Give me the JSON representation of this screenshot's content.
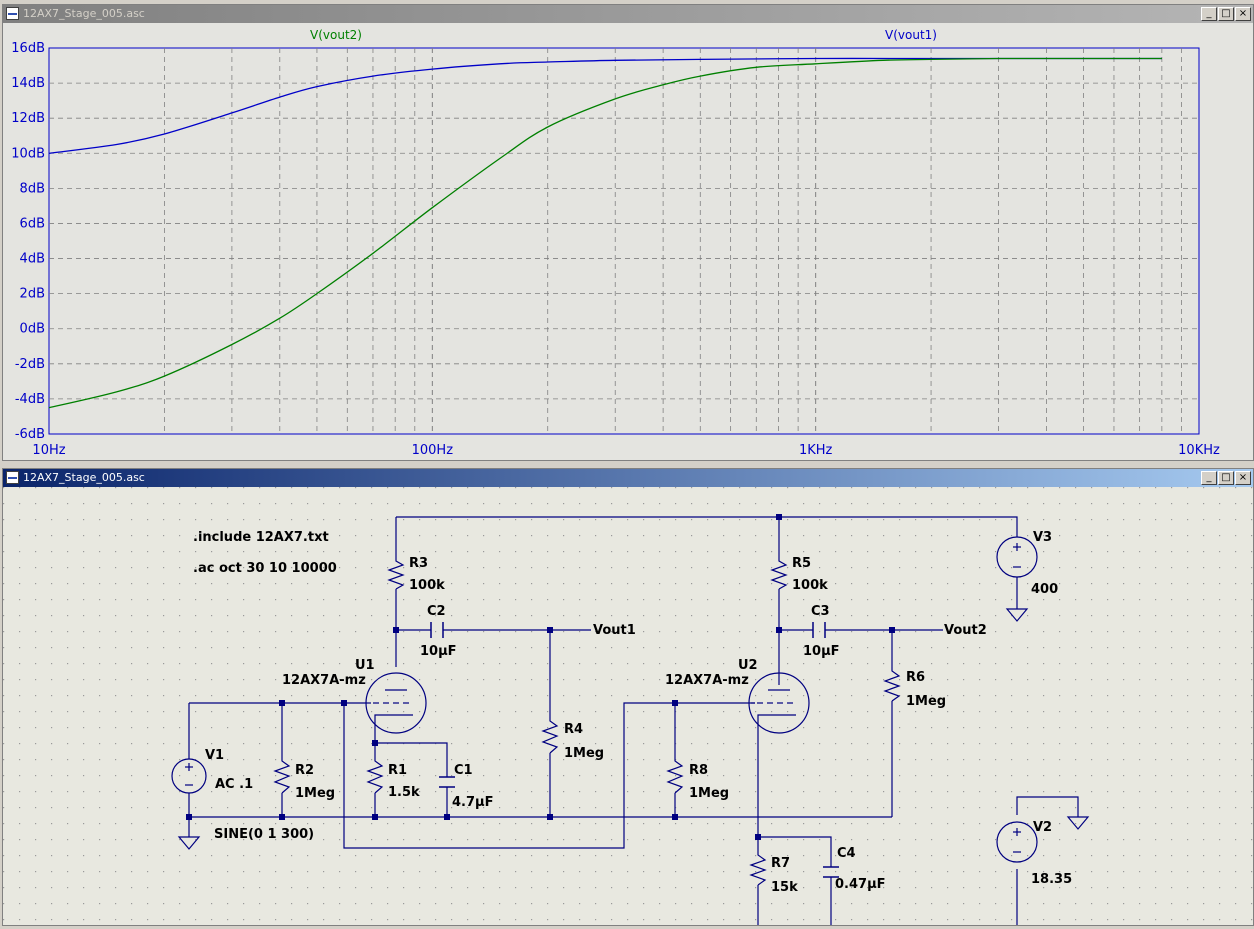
{
  "plot_window": {
    "title": "12AX7_Stage_005.asc",
    "buttons": {
      "minimize": "_",
      "maximize": "□",
      "close": "×"
    }
  },
  "schematic_window": {
    "title": "12AX7_Stage_005.asc",
    "buttons": {
      "minimize": "_",
      "maximize": "□",
      "close": "×"
    }
  },
  "colors": {
    "vout1": "#0000c8",
    "vout2": "#008000",
    "grid": "#808080",
    "axis_text": "#0000c8",
    "wire": "#000080",
    "schematic_bg": "#e8e8e0"
  },
  "chart_data": {
    "type": "line",
    "x_scale": "log",
    "xlim": [
      10,
      10000
    ],
    "ylim": [
      -6,
      16
    ],
    "x_ticks": [
      {
        "value": 10,
        "label": "10Hz"
      },
      {
        "value": 100,
        "label": "100Hz"
      },
      {
        "value": 1000,
        "label": "1KHz"
      },
      {
        "value": 10000,
        "label": "10KHz"
      }
    ],
    "y_ticks": [
      {
        "value": 16,
        "label": "16dB"
      },
      {
        "value": 14,
        "label": "14dB"
      },
      {
        "value": 12,
        "label": "12dB"
      },
      {
        "value": 10,
        "label": "10dB"
      },
      {
        "value": 8,
        "label": "8dB"
      },
      {
        "value": 6,
        "label": "6dB"
      },
      {
        "value": 4,
        "label": "4dB"
      },
      {
        "value": 2,
        "label": "2dB"
      },
      {
        "value": 0,
        "label": "0dB"
      },
      {
        "value": -2,
        "label": "-2dB"
      },
      {
        "value": -4,
        "label": "-4dB"
      },
      {
        "value": -6,
        "label": "-6dB"
      }
    ],
    "grid": true,
    "series": [
      {
        "name": "V(vout1)",
        "color": "#0000c8",
        "x": [
          10,
          15,
          20,
          30,
          40,
          50,
          70,
          100,
          150,
          200,
          300,
          500,
          1000,
          2000,
          5000,
          8000
        ],
        "y": [
          10.0,
          10.5,
          11.1,
          12.3,
          13.2,
          13.8,
          14.4,
          14.8,
          15.1,
          15.2,
          15.3,
          15.35,
          15.4,
          15.4,
          15.4,
          15.4
        ]
      },
      {
        "name": "V(vout2)",
        "color": "#008000",
        "x": [
          10,
          15,
          20,
          30,
          40,
          50,
          70,
          100,
          150,
          200,
          300,
          400,
          500,
          700,
          1000,
          1500,
          2000,
          3000,
          5000,
          8000
        ],
        "y": [
          -4.5,
          -3.6,
          -2.7,
          -0.9,
          0.6,
          2.0,
          4.3,
          6.9,
          9.7,
          11.5,
          13.1,
          13.9,
          14.4,
          14.9,
          15.1,
          15.3,
          15.35,
          15.4,
          15.4,
          15.4
        ]
      }
    ]
  },
  "schematic": {
    "directives": [
      ".include 12AX7.txt",
      ".ac oct 30 10 10000"
    ],
    "labels": {
      "R3": "R3",
      "R3v": "100k",
      "C2": "C2",
      "C2v": "10µF",
      "U1": "U1",
      "U1v": "12AX7A-mz",
      "V1": "V1",
      "V1v": "AC .1",
      "V1s": "SINE(0 1 300)",
      "R2": "R2",
      "R2v": "1Meg",
      "R1": "R1",
      "R1v": "1.5k",
      "C1": "C1",
      "C1v": "4.7µF",
      "R4": "R4",
      "R4v": "1Meg",
      "Vout1": "Vout1",
      "R5": "R5",
      "R5v": "100k",
      "C3": "C3",
      "C3v": "10µF",
      "U2": "U2",
      "U2v": "12AX7A-mz",
      "R6": "R6",
      "R6v": "1Meg",
      "R8": "R8",
      "R8v": "1Meg",
      "R7": "R7",
      "R7v": "15k",
      "C4": "C4",
      "C4v": "0.47µF",
      "Vout2": "Vout2",
      "V3": "V3",
      "V3v": "400",
      "V2": "V2",
      "V2v": "18.35"
    }
  }
}
